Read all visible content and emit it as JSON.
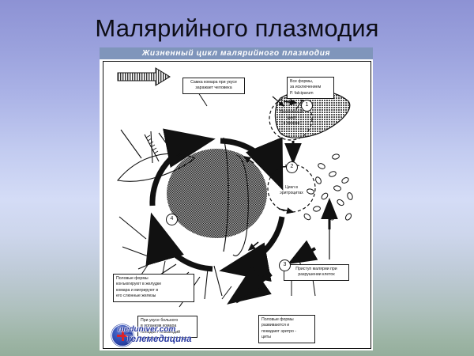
{
  "slide": {
    "title": "Малярийного плазмодия"
  },
  "diagram": {
    "banner": "Жизненный цикл малярийного плазмодия",
    "callouts": [
      {
        "id": "mosquito-bite",
        "text": "Самка комара при укусе\nзаражает человека"
      },
      {
        "id": "all-forms-except",
        "text": "Все формы,\nза исключением\nP. falciparum"
      },
      {
        "id": "malaria-attack",
        "text": "Приступ малярии при\nразрушении клеток"
      },
      {
        "id": "sexual-forms-leave-erythrocytes",
        "text": "Половые формы\nразвиваются и\nпокидают эритро -\nциты"
      },
      {
        "id": "sexual-forms-conjugate",
        "text": "Половые формы\nконъюгируют в желудке\nкомара и мигрируют в\nего слюнные железы"
      },
      {
        "id": "bite-of-sick-person",
        "text": "При укусе больного\nв организм комара\nпопадает плазмодий"
      }
    ],
    "cycle_labels": [
      {
        "id": "liver-cycle",
        "text": "Постоянный\nцикл\nв печени"
      },
      {
        "id": "erythrocyte-cycle",
        "text": "Цикл в\nэритроцитах"
      }
    ],
    "step_numbers": [
      "1",
      "2",
      "3",
      "4"
    ]
  },
  "logo": {
    "url": "meduniver.com",
    "tagline": "Телемедицина",
    "badge_color": "#2a44a8",
    "cross_color": "#d8232a",
    "text_color": "#2536a0"
  },
  "colors": {
    "banner_bg": "#7f95bb",
    "banner_text": "#ffffff",
    "panel_bg": "#ffffff",
    "ink": "#111111",
    "title_text": "#0d0d16"
  }
}
